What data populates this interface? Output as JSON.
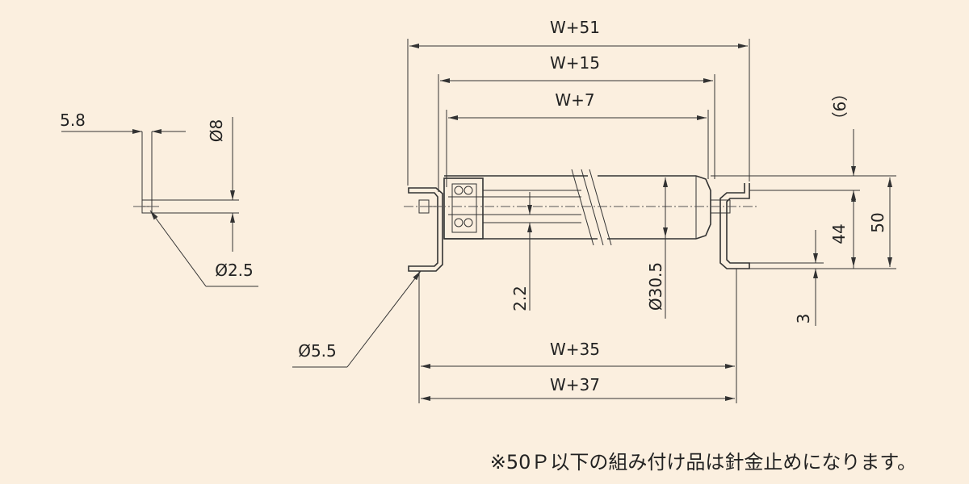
{
  "drawing": {
    "dimensions": {
      "w51": "W+51",
      "w15": "W+15",
      "w7": "W+7",
      "w35": "W+35",
      "w37": "W+37",
      "d_5_8": "5.8",
      "d_phi8": "Ø8",
      "d_phi2_5": "Ø2.5",
      "d_phi5_5": "Ø5.5",
      "d_2_2": "2.2",
      "d_phi30_5": "Ø30.5",
      "d_6": "（6）",
      "d_44": "44",
      "d_50": "50",
      "d_3": "3"
    },
    "note": "※50Ｐ以下の組み付け品は針金止めになります。"
  }
}
